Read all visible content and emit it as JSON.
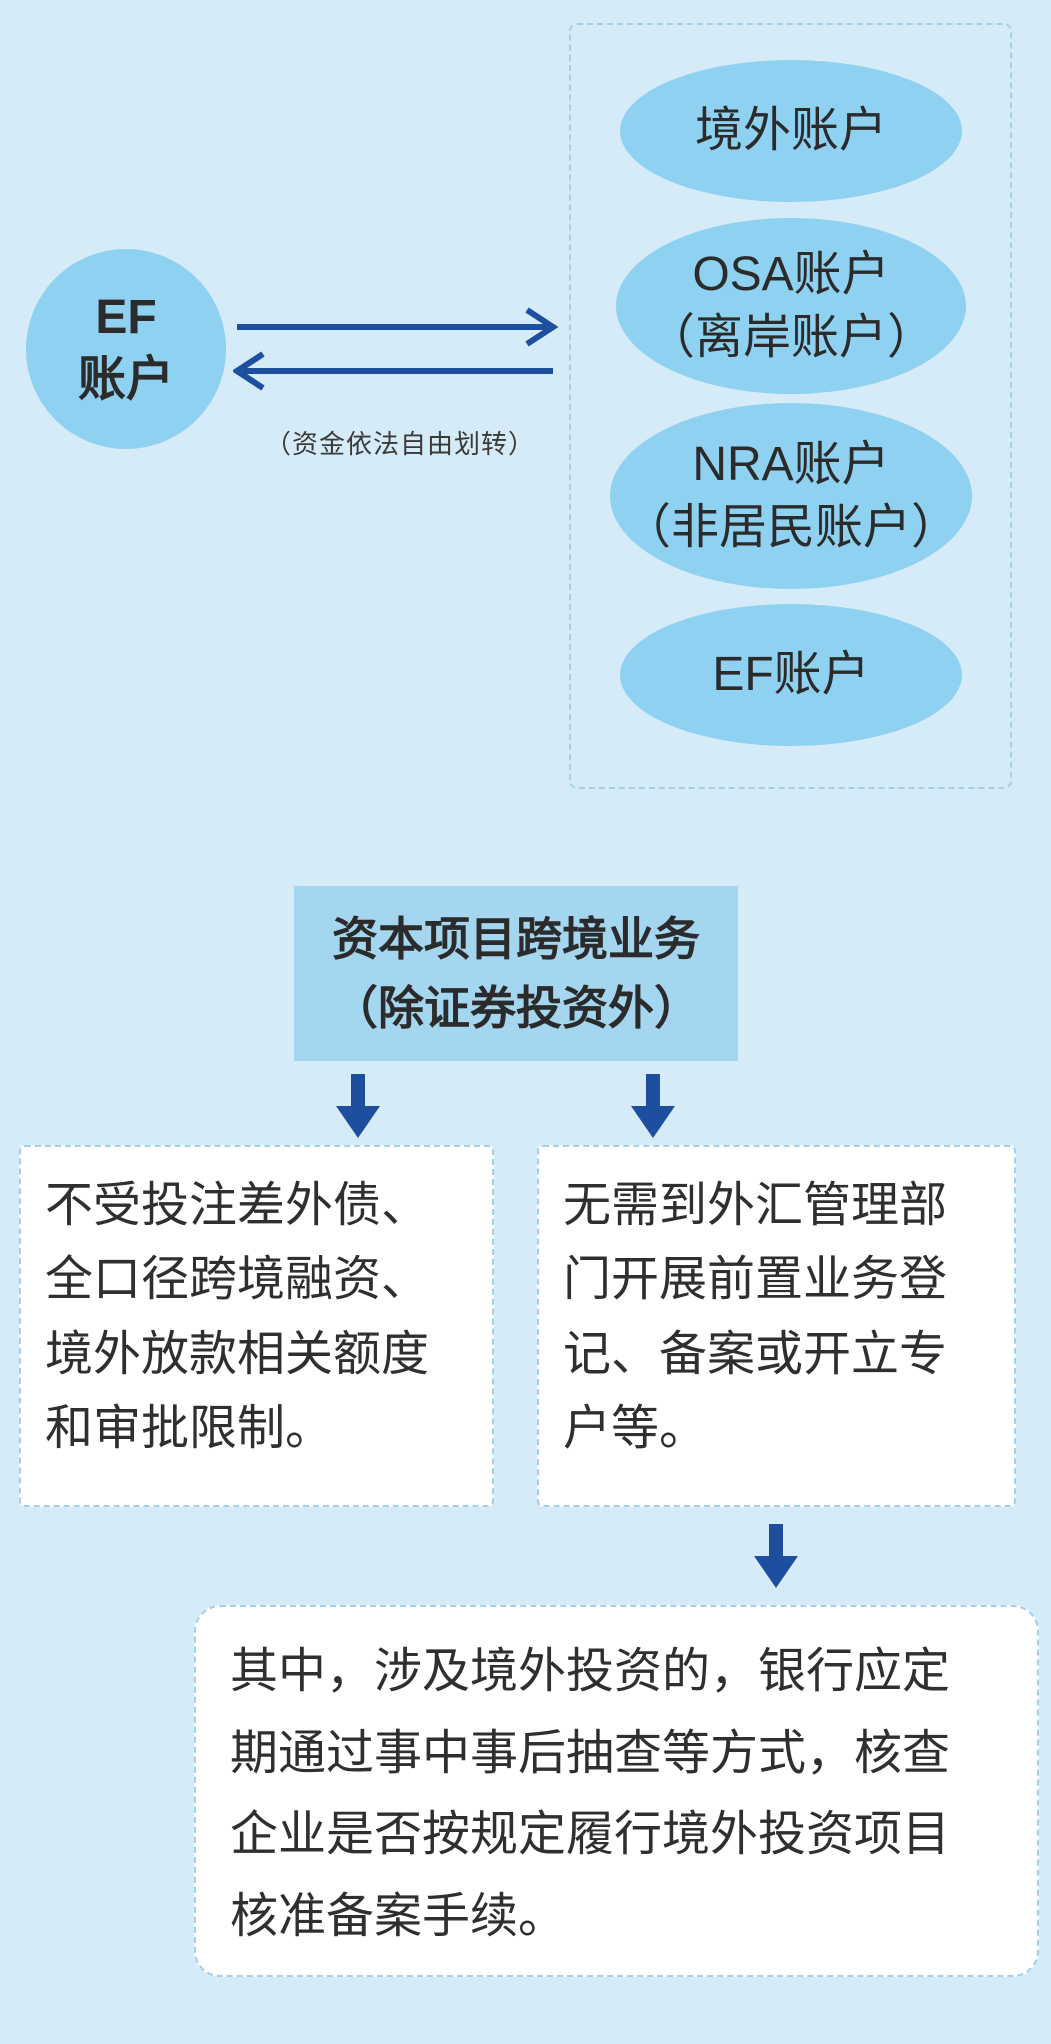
{
  "page": {
    "background_color": "#d6ebf8"
  },
  "colors": {
    "node_fill": "#8fd1f1",
    "title_box_fill": "#a4d6f0",
    "arrow_blue": "#1d4f9e",
    "dashed_border": "#a4cfe8",
    "text": "#2f2f2f"
  },
  "ef_node": {
    "line1": "EF",
    "line2": "账户"
  },
  "transfer_note": "（资金依法自由划转）",
  "accounts": {
    "items": [
      {
        "line1": "境外账户"
      },
      {
        "line1": "OSA账户",
        "line2": "（离岸账户）"
      },
      {
        "line1": "NRA账户",
        "line2": "（非居民账户）"
      },
      {
        "line1": "EF账户"
      }
    ]
  },
  "capital_title": {
    "line1": "资本项目跨境业务",
    "line2": "（除证券投资外）"
  },
  "notes": {
    "left": {
      "lines": [
        "不受投注差外债、",
        "全口径跨境融资、",
        "境外放款相关额度",
        "和审批限制。"
      ]
    },
    "right": {
      "lines": [
        "无需到外汇管理部",
        "门开展前置业务登",
        "记、备案或开立专",
        "户等。"
      ]
    },
    "bottom": {
      "lines": [
        "其中，涉及境外投资的，银行应定",
        "期通过事中事后抽查等方式，核查",
        "企业是否按规定履行境外投资项目",
        "核准备案手续。"
      ]
    }
  }
}
